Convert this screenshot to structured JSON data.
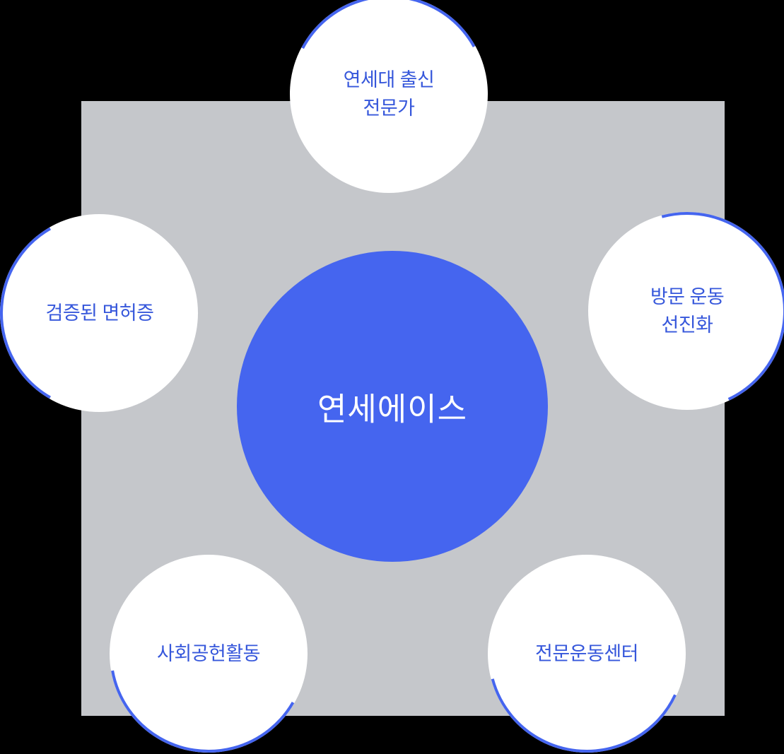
{
  "diagram": {
    "center_label": "연세에이스",
    "nodes": {
      "top": {
        "line1": "연세대 출신",
        "line2": "전문가"
      },
      "left": {
        "line1": "검증된 면허증"
      },
      "right": {
        "line1": "방문 운동",
        "line2": "선진화"
      },
      "bottom_left": {
        "line1": "사회공헌활동"
      },
      "bottom_right": {
        "line1": "전문운동센터"
      }
    },
    "colors": {
      "background": "#000000",
      "square": "#c5c7cb",
      "center_circle_fill": "#4565ef",
      "center_label_text": "#ffffff",
      "node_circle_fill": "#ffffff",
      "node_label_text": "#3657db",
      "node_arc_stroke": "#4565ef"
    }
  }
}
